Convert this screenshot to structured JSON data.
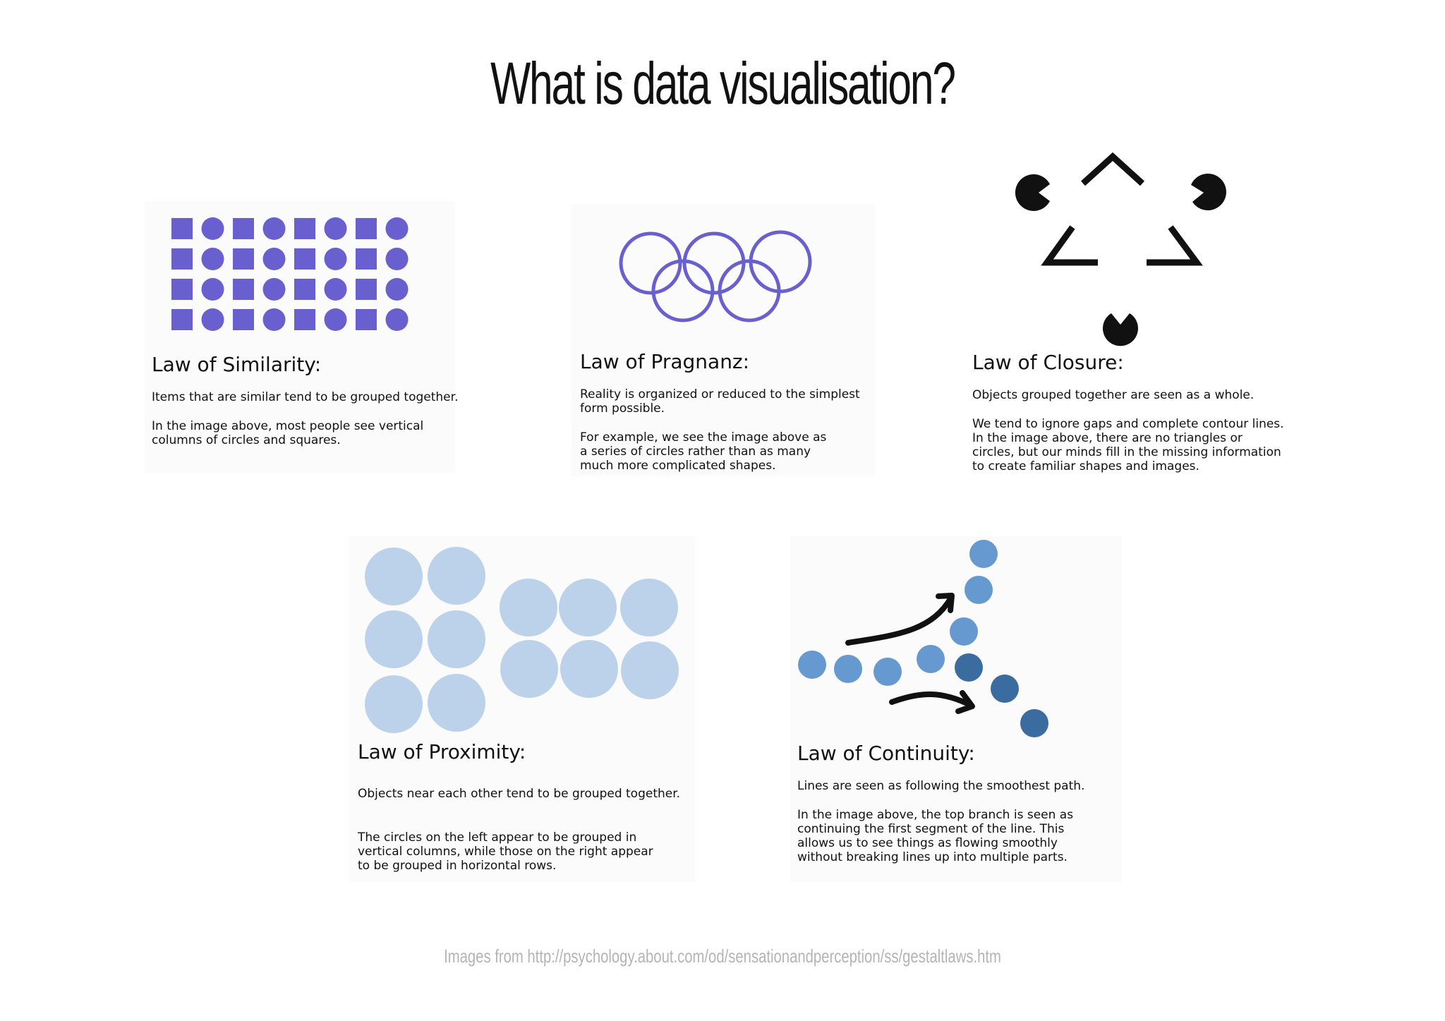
{
  "title": "What is data visualisation?",
  "laws": {
    "similarity": {
      "heading": "Law of Similarity:",
      "text1": "Items that are similar tend to be grouped together.",
      "text2": "In the image above, most people see vertical\ncolumns of circles and squares."
    },
    "pragnanz": {
      "heading": "Law of Pragnanz:",
      "text1": "Reality is organized or reduced to the simplest\nform possible.",
      "text2": "For example, we see the image above as\na series of circles rather than as many\nmuch more complicated shapes."
    },
    "closure": {
      "heading": "Law of Closure:",
      "text1": "Objects grouped together are seen as a whole.",
      "text2": "We tend to ignore gaps and complete contour lines.\nIn the image above, there are no triangles or\ncircles, but our minds fill in the missing information\nto create familiar shapes and images."
    },
    "proximity": {
      "heading": "Law of Proximity:",
      "text1": "Objects near each other tend to be grouped together.",
      "text2": "The circles on the left appear to be grouped in\nvertical columns, while those on the right appear\nto be grouped in horizontal rows."
    },
    "continuity": {
      "heading": "Law of Continuity:",
      "text1": "Lines are seen as following the smoothest path.",
      "text2": "In the image above, the top branch is seen as\ncontinuing the first segment of the line.  This\nallows us to see things as flowing smoothly\nwithout breaking lines up into multiple parts."
    }
  },
  "credit": "Images from http://psychology.about.com/od/sensationandperception/ss/gestaltlaws.htm",
  "colors": {
    "similarity": "#6a5fcf",
    "pragnanz": "#6a5fcf",
    "closure": "#111111",
    "proximity": "#bcd1ea",
    "continuity_light": "#6599cf",
    "continuity_dark": "#3b6c9f"
  }
}
